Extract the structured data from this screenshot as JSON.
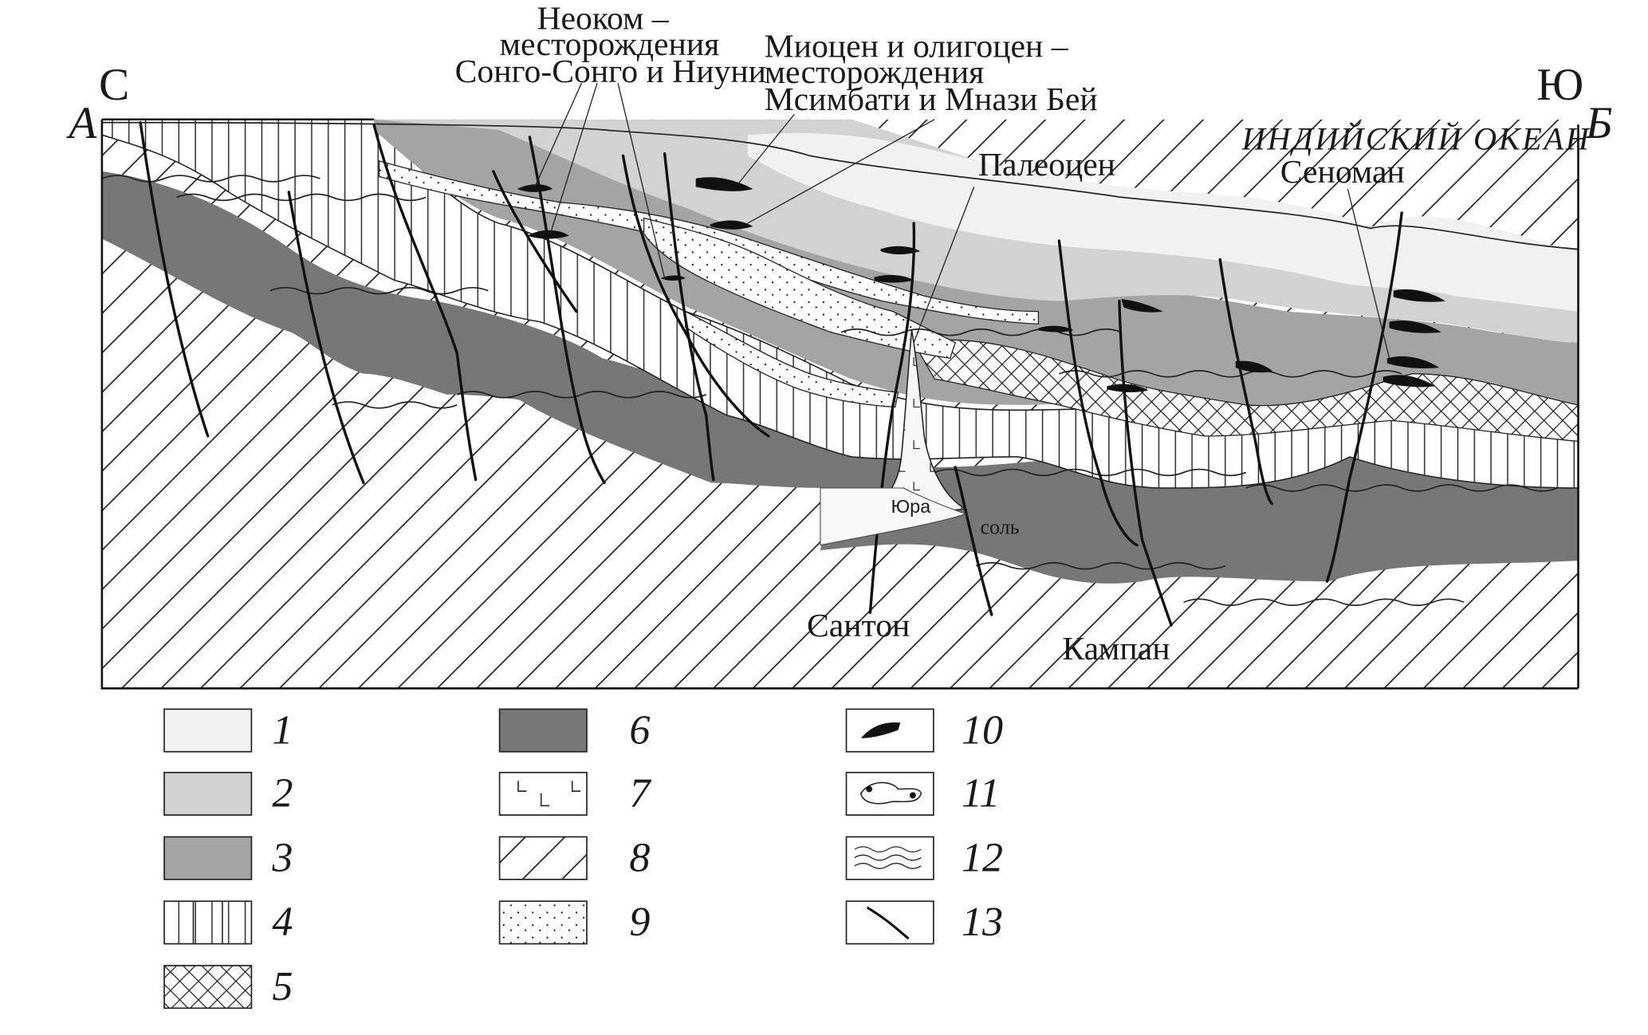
{
  "section": {
    "point_a": "А",
    "point_b": "Б",
    "north": "С",
    "south": "Ю",
    "ocean": "ИНДИЙСКИЙ ОКЕАН",
    "callouts": {
      "neocomian": [
        "Неоком –",
        "месторождения",
        "Сонго-Сонго и Ниуни"
      ],
      "miocene": [
        "Миоцен и олигоцен –",
        "месторождения",
        "Мсимбати и Мнази Бей"
      ],
      "paleocene": "Палеоцен",
      "cenomanian": "Сеноман",
      "santonian": "Сантон",
      "campanian": "Кампан",
      "jurassic": "Юра",
      "salt": "соль"
    }
  },
  "legend": [
    {
      "num": "1",
      "pattern": "fill-1"
    },
    {
      "num": "2",
      "pattern": "fill-2"
    },
    {
      "num": "3",
      "pattern": "fill-3"
    },
    {
      "num": "4",
      "pattern": "vertical-lines"
    },
    {
      "num": "5",
      "pattern": "cross-hatch"
    },
    {
      "num": "6",
      "pattern": "fill-6"
    },
    {
      "num": "7",
      "pattern": "salt-ticks"
    },
    {
      "num": "8",
      "pattern": "diagonal-lines"
    },
    {
      "num": "9",
      "pattern": "dots"
    },
    {
      "num": "10",
      "pattern": "gas-deposit"
    },
    {
      "num": "11",
      "pattern": "lens-with-wells"
    },
    {
      "num": "12",
      "pattern": "wavy-unconformity"
    },
    {
      "num": "13",
      "pattern": "fault-line"
    }
  ],
  "colors": {
    "layer1": "#f1f1f1",
    "layer2": "#d2d2d2",
    "layer3": "#a4a4a4",
    "layer6": "#777777",
    "ink": "#111111"
  }
}
